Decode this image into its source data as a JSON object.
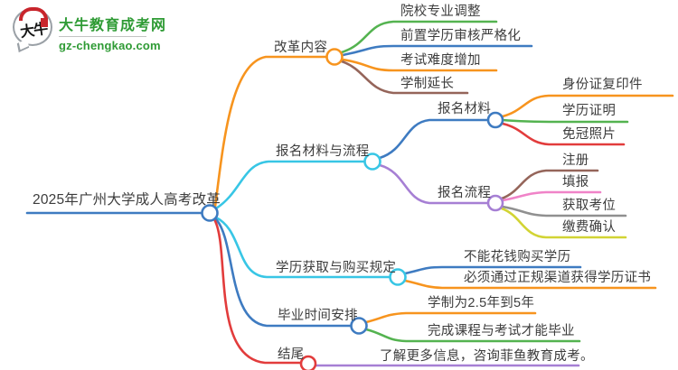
{
  "logo": {
    "bubble_text": "大牛",
    "brand_name": "大牛教育成考网",
    "domain": "gz-chengkao.com"
  },
  "mindmap": {
    "root": "2025年广州大学成人高考改革",
    "branches": [
      {
        "label": "改革内容",
        "children": [
          "院校专业调整",
          "前置学历审核严格化",
          "考试难度增加",
          "学制延长"
        ]
      },
      {
        "label": "报名材料与流程",
        "children": [
          {
            "label": "报名材料",
            "children": [
              "身份证复印件",
              "学历证明",
              "免冠照片"
            ]
          },
          {
            "label": "报名流程",
            "children": [
              "注册",
              "填报",
              "获取考位",
              "缴费确认"
            ]
          }
        ]
      },
      {
        "label": "学历获取与购买规定",
        "children": [
          "不能花钱购买学历",
          "必须通过正规渠道获得学历证书"
        ]
      },
      {
        "label": "毕业时间安排",
        "children": [
          "学制为2.5年到5年",
          "完成课程与考试才能毕业"
        ]
      },
      {
        "label": "结尾",
        "children": [
          "了解更多信息，咨询菲鱼教育成考。"
        ]
      }
    ]
  },
  "colors": {
    "orange": "#F7941E",
    "cyan": "#38C6E5",
    "blue": "#3E7BC1",
    "green": "#54B350",
    "brown": "#95655A",
    "red": "#E23C3C",
    "purple": "#A67FD4",
    "pink": "#F083C8",
    "gray": "#909090",
    "yellow": "#D2D434",
    "brand": "#2F9B35",
    "text": "#3C3C3C"
  }
}
